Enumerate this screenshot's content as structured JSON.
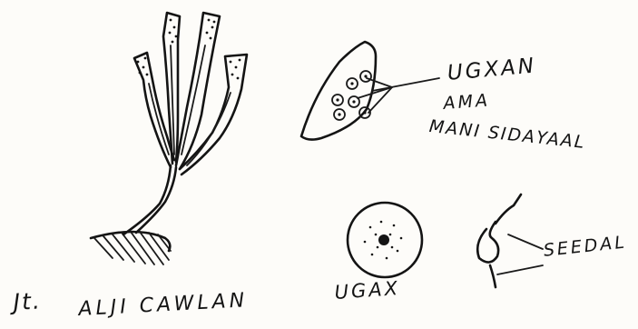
{
  "labels": {
    "ugxan": "UGXAN",
    "ama": "AMA",
    "mani_sidayaal": "MANI SIDAYAAL",
    "seedal": "SEEDAL",
    "ugax": "UGAX",
    "jt": "Jt.",
    "caption": "ALJI CAWLAN"
  },
  "colors": {
    "ink": "#141414",
    "paper": "#fdfcf9"
  }
}
